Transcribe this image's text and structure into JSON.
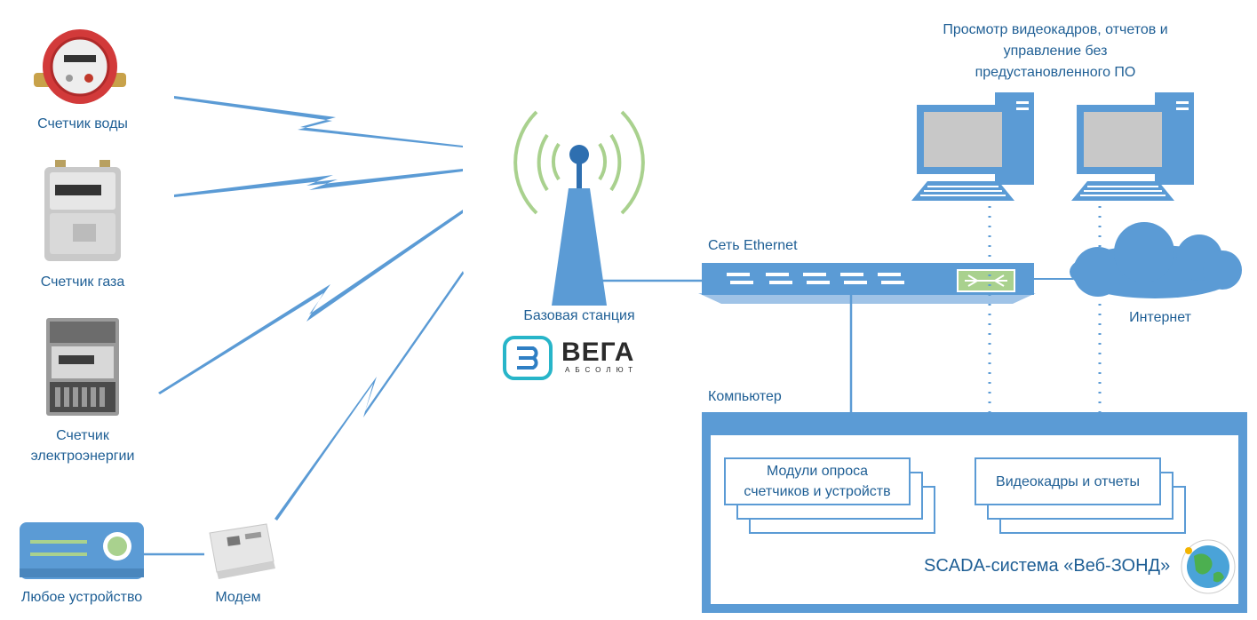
{
  "devices": {
    "water_meter_label": "Счетчик воды",
    "gas_meter_label": "Счетчик газа",
    "electric_meter_label_line1": "Счетчик",
    "electric_meter_label_line2": "электроэнергии",
    "any_device_label": "Любое устройство",
    "modem_label": "Модем"
  },
  "base_station": {
    "label": "Базовая станция",
    "logo_word": "ВЕГА",
    "logo_sub": "АБСОЛЮТ"
  },
  "network": {
    "ethernet_label": "Сеть Ethernet",
    "internet_label": "Интернет"
  },
  "viewers": {
    "caption_line1": "Просмотр видеокадров, отчетов и",
    "caption_line2": "управление без",
    "caption_line3": "предустановленного ПО"
  },
  "computer": {
    "label": "Компьютер",
    "module1_line1": "Модули опроса",
    "module1_line2": "счетчиков и устройств",
    "module2": "Видеокадры и отчеты",
    "scada_title": "SCADA-система «Веб-ЗОНД»"
  },
  "colors": {
    "primary_blue": "#5b9bd5",
    "dark_blue": "#1f5f95",
    "antenna_green": "#a9d18e"
  }
}
